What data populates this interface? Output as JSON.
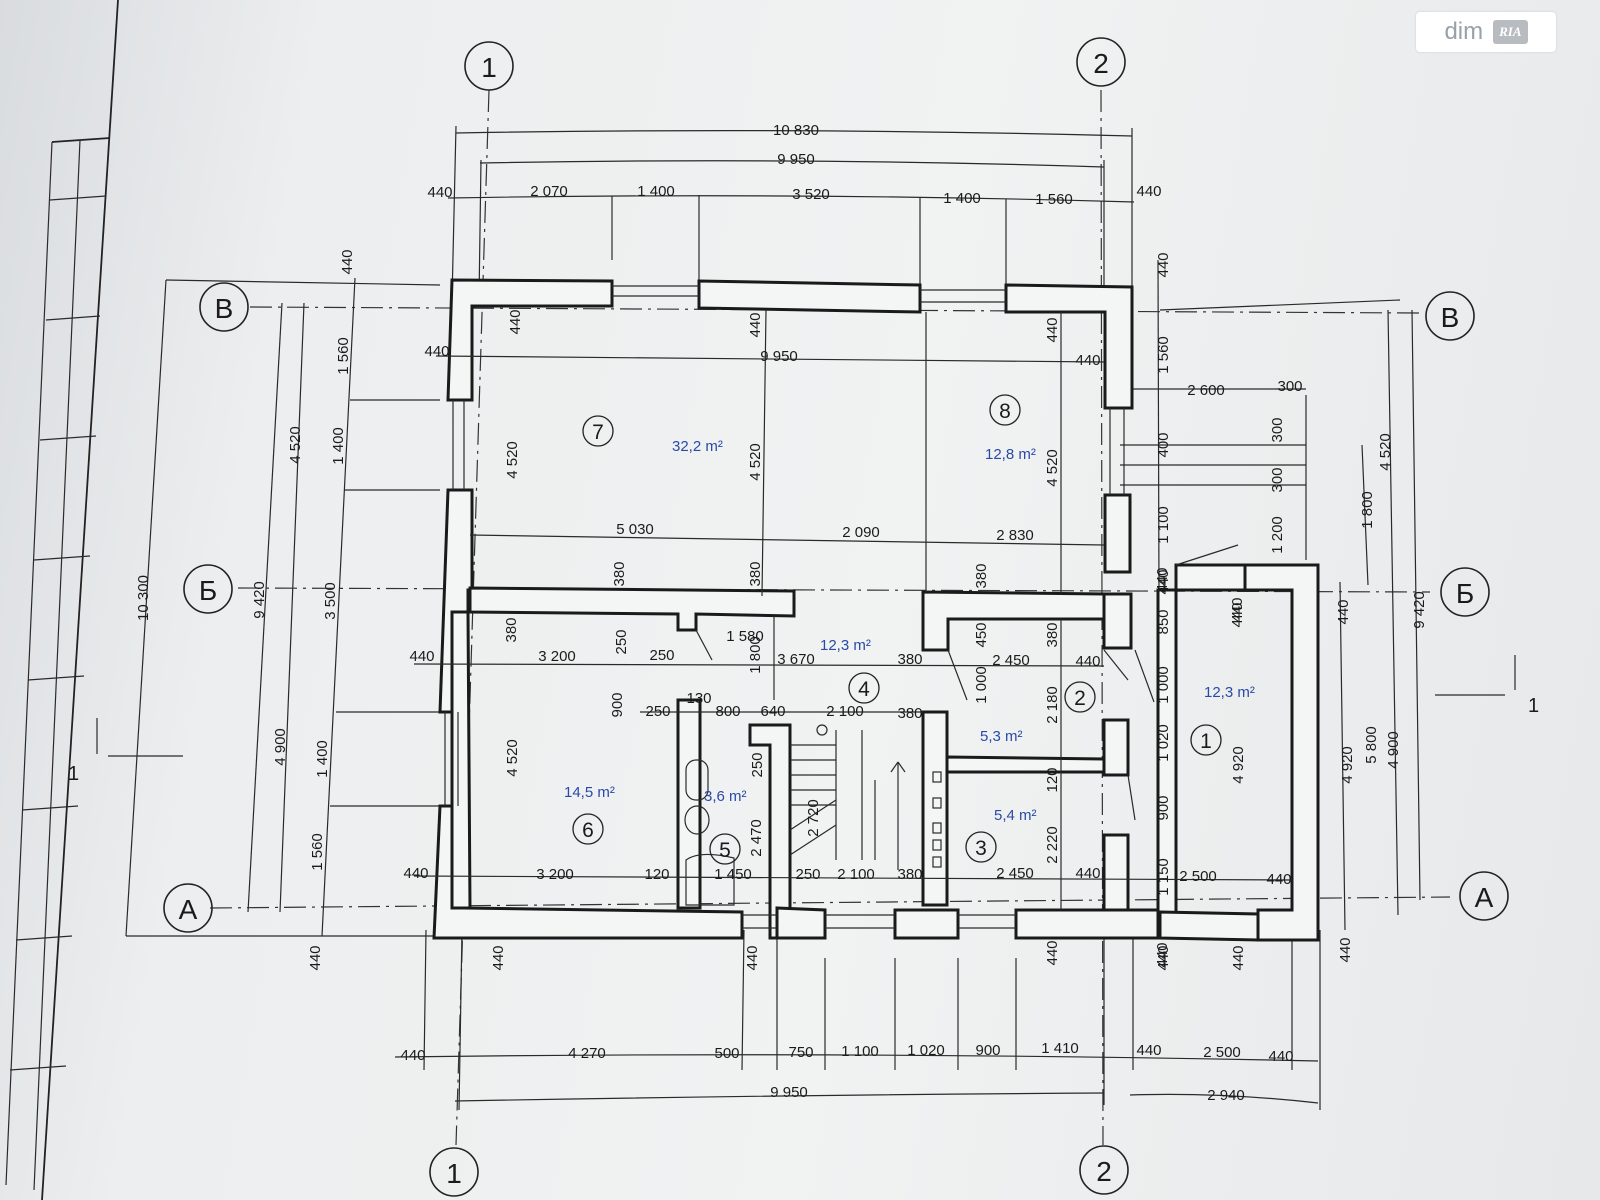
{
  "watermark": {
    "text": "dim",
    "badge": "RIA"
  },
  "axes": {
    "col_1": "1",
    "col_2": "2",
    "row_v": "В",
    "row_b": "Б",
    "row_a": "А"
  },
  "section_marks": {
    "left": "1",
    "right": "1"
  },
  "rooms": [
    {
      "number": "1",
      "area": "12,3 m²"
    },
    {
      "number": "2",
      "area": "5,3 m²"
    },
    {
      "number": "3",
      "area": "5,4 m²"
    },
    {
      "number": "4",
      "area": "12,3 m²"
    },
    {
      "number": "5",
      "area": "3,6 m²"
    },
    {
      "number": "6",
      "area": "14,5 m²"
    },
    {
      "number": "7",
      "area": "32,2 m²"
    },
    {
      "number": "8",
      "area": "12,8 m²"
    }
  ],
  "dims_top": {
    "overall": "10 830",
    "axes": "9 950",
    "chain": [
      "440",
      "2 070",
      "1 400",
      "3 520",
      "1 400",
      "1 560",
      "440"
    ]
  },
  "dims_bottom": {
    "chain": [
      "440",
      "4 270",
      "500",
      "750",
      "1 100",
      "1 020",
      "900",
      "1 410",
      "440",
      "2 500",
      "440"
    ],
    "axes": "9 950",
    "porch": "2 940"
  },
  "dims_left": {
    "overall": "10 300",
    "a1": "9 420",
    "a2": "4 520",
    "a3": "4 900",
    "chain": [
      "440",
      "1 560",
      "1 400",
      "3 500",
      "1 400",
      "1 560",
      "440"
    ],
    "wall_440": "440"
  },
  "dims_right": {
    "a1": "9 420",
    "a2": "4 520",
    "a3": "4 900",
    "a4": "5 800",
    "a5": "4 920",
    "chain": [
      "440",
      "1 560",
      "400",
      "1 100",
      "440",
      "850",
      "1 000",
      "1 020",
      "900",
      "1 150",
      "440"
    ],
    "porch_h": [
      "1 800",
      "1 200",
      "300",
      "300"
    ],
    "porch_w": [
      "2 600",
      "300"
    ],
    "r_440": [
      "440",
      "440",
      "440"
    ],
    "r_4920": "4 920"
  },
  "inner_dims": {
    "top_span": "9 950",
    "wall_440_tl": "440",
    "wall_440_tr": "440",
    "wall_440_c1": "440",
    "wall_440_c2": "440",
    "r7_h": "4 520",
    "r_mid_h": "4 520",
    "r8_h": "4 520",
    "mid_row": [
      "5 030",
      "2 090",
      "2 830"
    ],
    "p380": [
      "380",
      "380",
      "380"
    ],
    "r6_w": "3 200",
    "r6_h": "4 520",
    "r6_380": "380",
    "corr": [
      "250",
      "250",
      "1 580",
      "3 670",
      "380",
      "2 450",
      "440",
      "450",
      "1 000",
      "2 180",
      "380"
    ],
    "c1800": "1 800",
    "c900": "900",
    "c250": "250",
    "c130": "130",
    "row2": [
      "800",
      "640",
      "2 100",
      "380",
      "250"
    ],
    "bath_w": "2 470",
    "stair_h": "2 720",
    "s120": "120",
    "r3_h": "2 220",
    "r3_120": "120",
    "bottom_row": [
      "440",
      "3 200",
      "120",
      "1 450",
      "250",
      "2 100",
      "380",
      "2 450",
      "440",
      "2 500",
      "440"
    ],
    "left_440": "440",
    "b440": [
      "440",
      "440",
      "440",
      "440",
      "440",
      "440",
      "440",
      "440"
    ]
  }
}
